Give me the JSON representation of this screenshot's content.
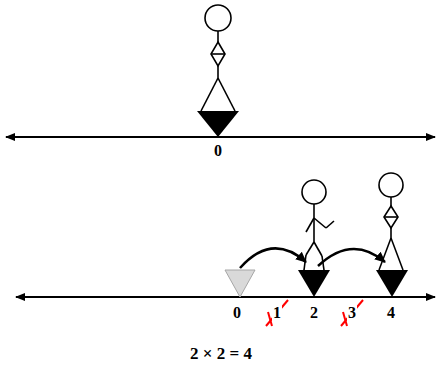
{
  "diagram": {
    "labels": [
      "0",
      "0",
      "1",
      "2",
      "3",
      "4",
      "2 × 2 = 4"
    ]
  }
}
